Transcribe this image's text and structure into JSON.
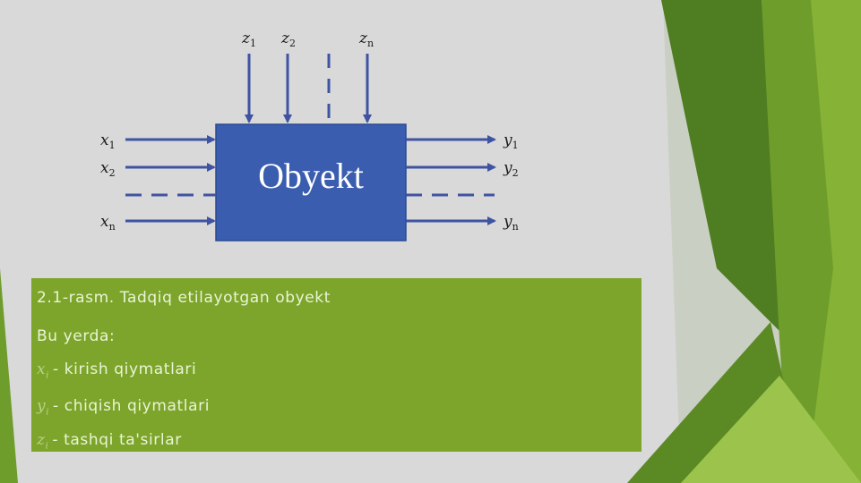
{
  "diagram": {
    "box_label": "Obyekt",
    "inputs": [
      {
        "base": "x",
        "sub": "1"
      },
      {
        "base": "x",
        "sub": "2"
      },
      {
        "base": "x",
        "sub": "n"
      }
    ],
    "outputs": [
      {
        "base": "y",
        "sub": "1"
      },
      {
        "base": "y",
        "sub": "2"
      },
      {
        "base": "y",
        "sub": "n"
      }
    ],
    "disturbances": [
      {
        "base": "z",
        "sub": "1"
      },
      {
        "base": "z",
        "sub": "2"
      },
      {
        "base": "z",
        "sub": "n"
      }
    ]
  },
  "caption": {
    "title": "2.1-rasm. Tadqiq etilayotgan obyekt",
    "intro": "Bu yerda:",
    "items": [
      {
        "sym_base": "x",
        "sym_sub": "i",
        "text": "- kirish qiymatlari"
      },
      {
        "sym_base": "y",
        "sym_sub": "i",
        "text": "- chiqish qiymatlari"
      },
      {
        "sym_base": "z",
        "sym_sub": "i",
        "text": "- tashqi ta'sirlar"
      }
    ]
  },
  "colors": {
    "background": "#d9d9d9",
    "box": "#3a5daf",
    "arrow": "#3f53a3",
    "panel": "#7ea52b",
    "accent_green_dark": "#4d7a1f",
    "accent_green_light": "#8db83a"
  }
}
